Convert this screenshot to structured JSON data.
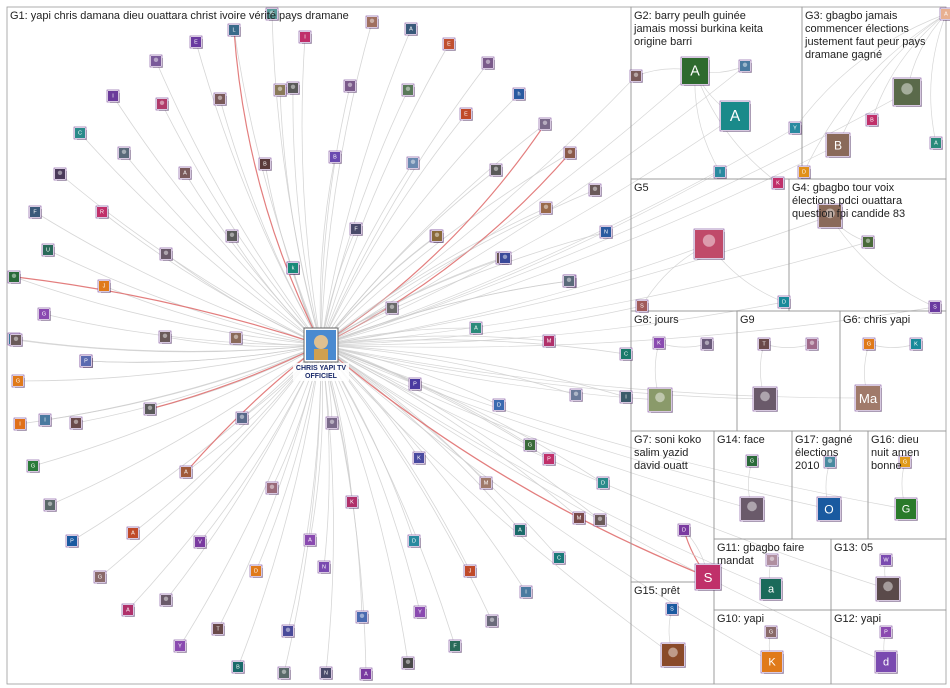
{
  "groups": [
    {
      "id": "G1",
      "label": "G1: yapi chris damana dieu ouattara christ ivoire vérité pays dramane"
    },
    {
      "id": "G2",
      "label": "G2: barry peulh guinée jamais mossi burkina keita origine barri"
    },
    {
      "id": "G3",
      "label": "G3: gbagbo jamais commencer élections justement faut peur pays dramane gagné"
    },
    {
      "id": "G4",
      "label": "G4: gbagbo tour voix élections pdci ouattara question fpi candide 83"
    },
    {
      "id": "G5",
      "label": "G5"
    },
    {
      "id": "G6",
      "label": "G6: chris yapi"
    },
    {
      "id": "G7",
      "label": "G7: soni koko salim yazid david ouatt"
    },
    {
      "id": "G8",
      "label": "G8: jours"
    },
    {
      "id": "G9",
      "label": "G9"
    },
    {
      "id": "G10",
      "label": "G10: yapi"
    },
    {
      "id": "G11",
      "label": "G11: gbagbo faire mandat"
    },
    {
      "id": "G12",
      "label": "G12: yapi"
    },
    {
      "id": "G13",
      "label": "G13: 05"
    },
    {
      "id": "G14",
      "label": "G14: face"
    },
    {
      "id": "G15",
      "label": "G15: prêt"
    },
    {
      "id": "G16",
      "label": "G16: dieu nuit amen bonne"
    },
    {
      "id": "G17",
      "label": "G17: gagné élections 2010"
    }
  ],
  "hub": {
    "name": "CHRIS YAPI TV OFFICIEL",
    "line1": "CHRIS YAPI TV",
    "line2": "OFFICIEL"
  },
  "colors": {
    "edge": "#cccccc",
    "edge_red": "#e07070",
    "border": "#999999"
  },
  "g1_nodes": [
    {
      "l": "L",
      "c": "#3a6a8a"
    },
    {
      "l": "",
      "c": "#5a9a9a"
    },
    {
      "l": "I",
      "c": "#c0306a"
    },
    {
      "l": "",
      "c": "#a07060"
    },
    {
      "l": "A",
      "c": "#3a5a7a"
    },
    {
      "l": "E",
      "c": "#c05030"
    },
    {
      "l": "E",
      "c": "#6a3aa0"
    },
    {
      "l": "",
      "c": "#7a5a9a"
    },
    {
      "l": "",
      "c": "#8a7a5a"
    },
    {
      "l": "",
      "c": "#7a5a8a"
    },
    {
      "l": "I",
      "c": "#6a3a9a"
    },
    {
      "l": "",
      "c": "#b03a6a"
    },
    {
      "l": "",
      "c": "#7a5a5a"
    },
    {
      "l": "",
      "c": "#5a7a5a"
    },
    {
      "l": "",
      "c": "#7a5a8a"
    },
    {
      "l": "B",
      "c": "#5a3a3a"
    },
    {
      "l": "h",
      "c": "#2a5aa0"
    },
    {
      "l": "E",
      "c": "#c04a2a"
    },
    {
      "l": "C",
      "c": "#2a8a8a"
    },
    {
      "l": "",
      "c": "#5a6a7a"
    },
    {
      "l": "A",
      "c": "#7a5a5a"
    },
    {
      "l": "B",
      "c": "#6a4ab0"
    },
    {
      "l": "",
      "c": "#5a5a5a"
    },
    {
      "l": "",
      "c": "#7a6a8a"
    },
    {
      "l": "F",
      "c": "#3a5a7a"
    },
    {
      "l": "",
      "c": "#4a3a5a"
    },
    {
      "l": "U",
      "c": "#2a6a5a"
    },
    {
      "l": "",
      "c": "#6a5a6a"
    },
    {
      "l": "",
      "c": "#5a5a5a"
    },
    {
      "l": "F",
      "c": "#4a4a6a"
    },
    {
      "l": "H",
      "c": "#3a6ab0"
    },
    {
      "l": "R",
      "c": "#c0306a"
    },
    {
      "l": "W",
      "c": "#2a6aa0"
    },
    {
      "l": "",
      "c": "#6a8ab0"
    },
    {
      "l": "",
      "c": "#8a5a4a"
    },
    {
      "l": "",
      "c": "#5a5a5a"
    },
    {
      "l": "",
      "c": "#8a6a3a"
    },
    {
      "l": "k",
      "c": "#1a8a7a"
    },
    {
      "l": "",
      "c": "#6a5a4a"
    },
    {
      "l": "",
      "c": "#3a4a9a"
    },
    {
      "l": "G",
      "c": "#3a5a9a"
    },
    {
      "l": "N",
      "c": "#2a5aa0"
    },
    {
      "l": "",
      "c": "#2a6a3a"
    },
    {
      "l": "J",
      "c": "#e07a1a"
    },
    {
      "l": "",
      "c": "#9a6a4a"
    },
    {
      "l": "",
      "c": "#6a5a5a"
    },
    {
      "l": "",
      "c": "#5a6a7a"
    },
    {
      "l": "D",
      "c": "#5a6ab0"
    },
    {
      "l": "G",
      "c": "#8a4ab0"
    },
    {
      "l": "S",
      "c": "#1a8a9a"
    },
    {
      "l": "A",
      "c": "#2a8a7a"
    },
    {
      "l": "M",
      "c": "#b0306a"
    },
    {
      "l": "",
      "c": "#8a6a5a"
    },
    {
      "l": "C",
      "c": "#1a7a6a"
    },
    {
      "l": "P",
      "c": "#5a6ab0"
    },
    {
      "l": "",
      "c": "#6a5a5a"
    },
    {
      "l": "",
      "c": "#6a6a6a"
    },
    {
      "l": "P",
      "c": "#4a3aa0"
    },
    {
      "l": "",
      "c": "#6a7a9a"
    },
    {
      "l": "D",
      "c": "#3a6ab0"
    },
    {
      "l": "I",
      "c": "#3a5a6a"
    },
    {
      "l": "G",
      "c": "#e07a1a"
    },
    {
      "l": "",
      "c": "#5a5a5a"
    },
    {
      "l": "",
      "c": "#5a6a8a"
    },
    {
      "l": "I",
      "c": "#e0701a"
    },
    {
      "l": "",
      "c": "#6a4a4a"
    },
    {
      "l": "",
      "c": "#7a6a8a"
    },
    {
      "l": "G",
      "c": "#2a7a3a"
    },
    {
      "l": "K",
      "c": "#4a4aa0"
    },
    {
      "l": "P",
      "c": "#c0306a"
    },
    {
      "l": "A",
      "c": "#a05a3a"
    },
    {
      "l": "D",
      "c": "#2a8a8a"
    },
    {
      "l": "",
      "c": "#9a6a7a"
    },
    {
      "l": "M",
      "c": "#a07a6a"
    },
    {
      "l": "",
      "c": "#5a6a6a"
    },
    {
      "l": "K",
      "c": "#b0306a"
    },
    {
      "l": "M",
      "c": "#7a4a4a"
    },
    {
      "l": "A",
      "c": "#1a6a6a"
    },
    {
      "l": "P",
      "c": "#1a5aa0"
    },
    {
      "l": "A",
      "c": "#c04a2a"
    },
    {
      "l": "V",
      "c": "#7a3aa0"
    },
    {
      "l": "A",
      "c": "#8a4ab0"
    },
    {
      "l": "D",
      "c": "#2a8aa0"
    },
    {
      "l": "C",
      "c": "#1a7a7a"
    },
    {
      "l": "G",
      "c": "#8a6a6a"
    },
    {
      "l": "",
      "c": "#6a5a6a"
    },
    {
      "l": "D",
      "c": "#e07a1a"
    },
    {
      "l": "N",
      "c": "#7a4ab0"
    },
    {
      "l": "",
      "c": "#4a6ab0"
    },
    {
      "l": "Y",
      "c": "#8a4ab0"
    },
    {
      "l": "J",
      "c": "#c04a2a"
    },
    {
      "l": "",
      "c": "#6a6a7a"
    },
    {
      "l": "T",
      "c": "#6a4a4a"
    },
    {
      "l": "",
      "c": "#4a4a9a"
    },
    {
      "l": "Y",
      "c": "#8a4ab0"
    },
    {
      "l": "I",
      "c": "#4a7aa0"
    },
    {
      "l": "B",
      "c": "#1a6a6a"
    },
    {
      "l": "",
      "c": "#5a6a6a"
    },
    {
      "l": "N",
      "c": "#4a4a6a"
    },
    {
      "l": "A",
      "c": "#7a3aa0"
    },
    {
      "l": "",
      "c": "#4a4a4a"
    },
    {
      "l": "F",
      "c": "#2a6a5a"
    },
    {
      "l": "A",
      "c": "#b0306a"
    },
    {
      "l": "",
      "c": "#6a5a5a"
    },
    {
      "l": "I",
      "c": "#4a7aa0"
    },
    {
      "l": "G",
      "c": "#3a6a3a"
    },
    {
      "l": "",
      "c": "#6a5a5a"
    }
  ],
  "g2_nodes": [
    {
      "l": "A",
      "c": "#2e6a2e",
      "big": true
    },
    {
      "l": "A",
      "c": "#1a8a8a",
      "big": true
    },
    {
      "l": "",
      "c": "#4a7aa0"
    },
    {
      "l": "",
      "c": "#7a5a5a"
    },
    {
      "l": "I",
      "c": "#2a8aa0"
    },
    {
      "l": "K",
      "c": "#c0306a"
    }
  ],
  "g3_nodes": [
    {
      "l": "A",
      "c": "#e8b090"
    },
    {
      "l": "",
      "c": "#5a6a4a",
      "big": true
    },
    {
      "l": "B",
      "c": "#8a6a5a",
      "big": true
    },
    {
      "l": "B",
      "c": "#c0306a"
    },
    {
      "l": "A",
      "c": "#2a8a7a"
    },
    {
      "l": "D",
      "c": "#e0901a"
    },
    {
      "l": "Y",
      "c": "#2a8aa0"
    }
  ],
  "g4_nodes": [
    {
      "l": "",
      "c": "#8a6a5a",
      "big": true
    },
    {
      "l": "",
      "c": "#4a6a3a"
    },
    {
      "l": "S",
      "c": "#6a3aa0"
    }
  ],
  "g5_nodes": [
    {
      "l": "",
      "c": "#c04a6a",
      "big": true
    },
    {
      "l": "S",
      "c": "#a05a5a"
    },
    {
      "l": "D",
      "c": "#1a8a9a"
    }
  ],
  "g6_nodes": [
    {
      "l": "G",
      "c": "#e07a1a"
    },
    {
      "l": "K",
      "c": "#1a8a9a"
    },
    {
      "l": "Ma",
      "c": "#a07a6a",
      "big": true
    }
  ],
  "g7_nodes": [
    {
      "l": "S",
      "c": "#c0306a",
      "big": true
    },
    {
      "l": "D",
      "c": "#7a3aa0"
    }
  ],
  "g8_nodes": [
    {
      "l": "K",
      "c": "#8a4ab0"
    },
    {
      "l": "",
      "c": "#6a5a7a"
    },
    {
      "l": "",
      "c": "#8a9a6a",
      "big": true
    }
  ],
  "g9_nodes": [
    {
      "l": "T",
      "c": "#6a4a4a"
    },
    {
      "l": "",
      "c": "#a06a8a"
    },
    {
      "l": "",
      "c": "#6a5a6a",
      "big": true
    }
  ],
  "g10_nodes": [
    {
      "l": "G",
      "c": "#8a6a6a"
    },
    {
      "l": "K",
      "c": "#e07a1a",
      "big": true
    }
  ],
  "g11_nodes": [
    {
      "l": "",
      "c": "#b090a0"
    },
    {
      "l": "a",
      "c": "#1a6a5a",
      "big": true
    }
  ],
  "g12_nodes": [
    {
      "l": "P",
      "c": "#8a4ab0"
    },
    {
      "l": "d",
      "c": "#7a4ab0",
      "big": true
    }
  ],
  "g13_nodes": [
    {
      "l": "W",
      "c": "#7a4ab0"
    },
    {
      "l": "",
      "c": "#5a4a4a",
      "big": true
    }
  ],
  "g14_nodes": [
    {
      "l": "G",
      "c": "#2a6a3a"
    },
    {
      "l": "",
      "c": "#6a5a6a",
      "big": true
    }
  ],
  "g15_nodes": [
    {
      "l": "S",
      "c": "#1a5aa0"
    },
    {
      "l": "",
      "c": "#8a4a2a",
      "big": true
    }
  ],
  "g16_nodes": [
    {
      "l": "G",
      "c": "#e09a1a"
    },
    {
      "l": "G",
      "c": "#2a7a2a",
      "big": true
    }
  ],
  "g17_nodes": [
    {
      "l": "",
      "c": "#4a8aa0"
    },
    {
      "l": "O",
      "c": "#1a5aa0",
      "big": true
    }
  ]
}
